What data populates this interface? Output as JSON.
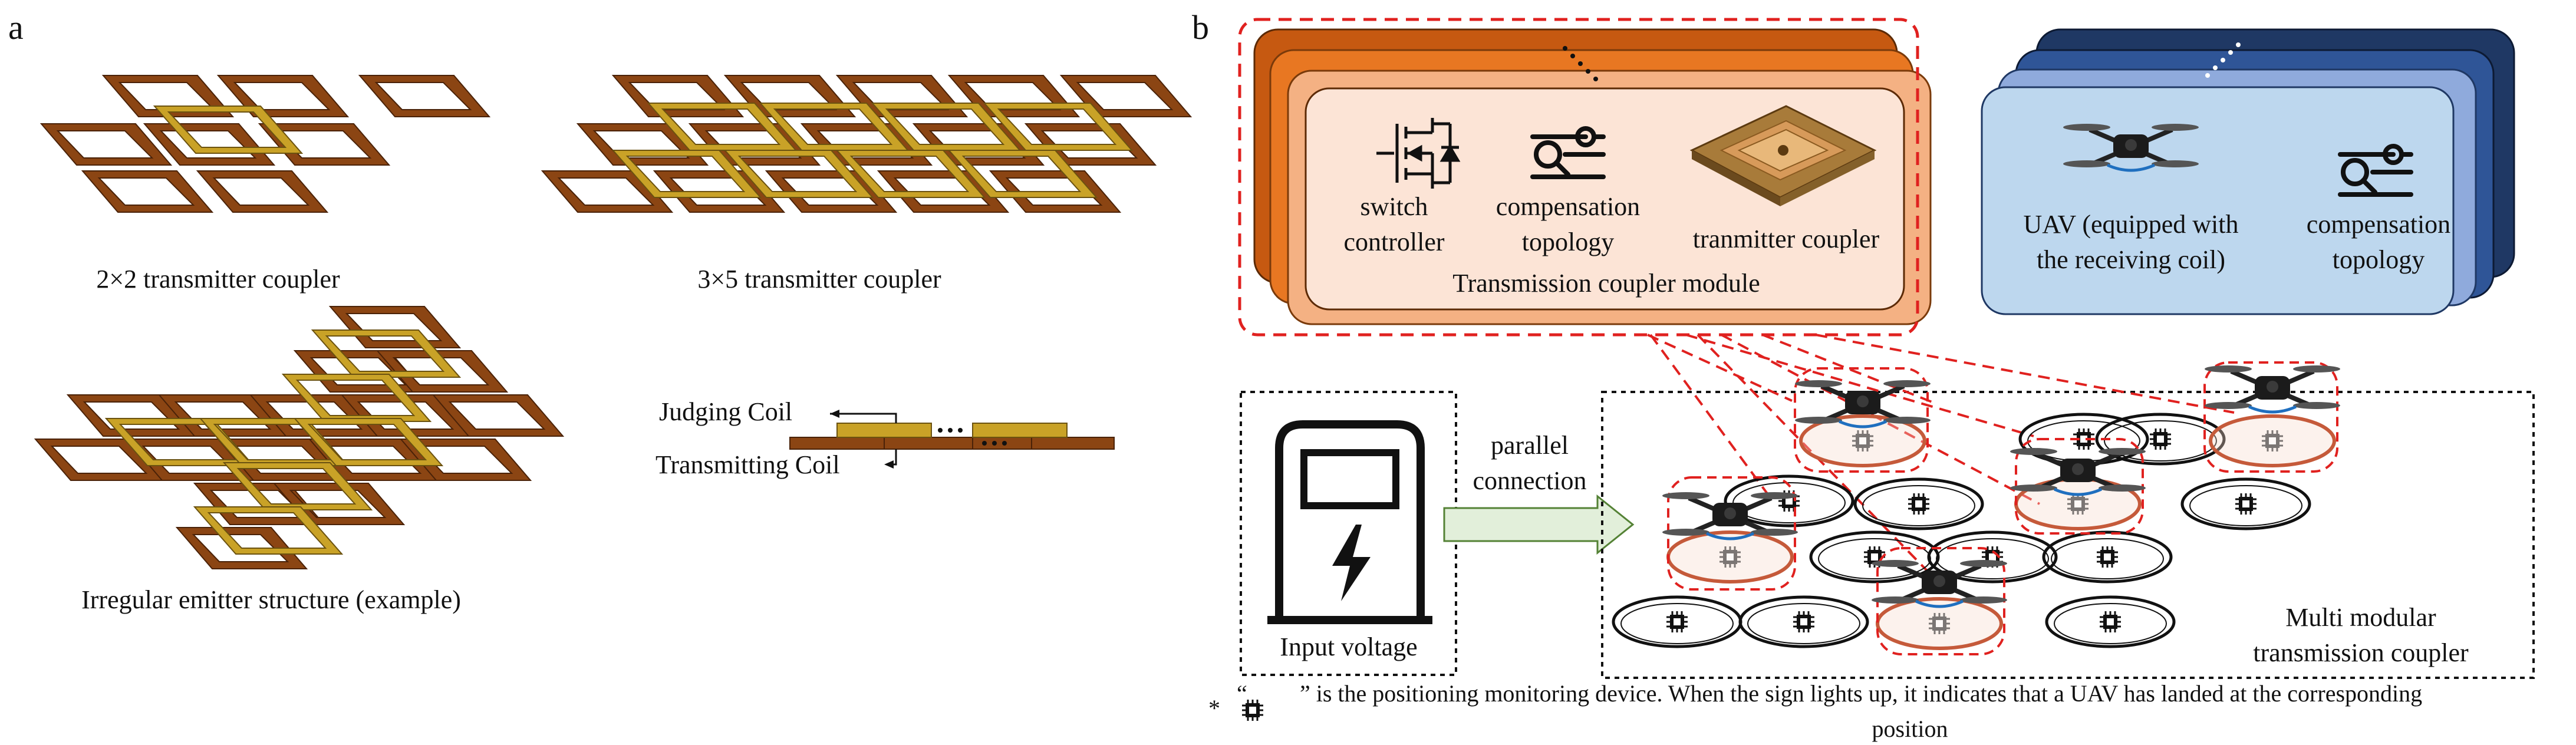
{
  "panel_a": {
    "label": "a",
    "caption_2x2": "2×2 transmitter coupler",
    "caption_3x5": "3×5 transmitter coupler",
    "caption_irregular": "Irregular emitter structure (example)",
    "judging_coil": "Judging Coil",
    "transmitting_coil": "Transmitting Coil"
  },
  "panel_b": {
    "label": "b",
    "module": {
      "switch_line1": "switch",
      "switch_line2": "controller",
      "comp_line1": "compensation",
      "comp_line2": "topology",
      "coupler": "tranmitter coupler",
      "title": "Transmission coupler module"
    },
    "uav_card": {
      "uav_line1": "UAV (equipped with",
      "uav_line2": "the receiving coil)",
      "comp_line1": "compensation",
      "comp_line2": "topology"
    },
    "input_voltage": "Input voltage",
    "parallel_line1": "parallel",
    "parallel_line2": "connection",
    "multi_line1": "Multi modular",
    "multi_line2": "transmission coupler",
    "footnote_star": "*",
    "footnote_line1": "” is the positioning monitoring device. When the sign lights up, it indicates that a UAV has landed at the corresponding",
    "footnote_line2": "position",
    "footnote_quote": "“"
  },
  "colors": {
    "coil_brown": "#8B4513",
    "coil_gold": "#C9A227",
    "module_orange": "#E87722",
    "module_fill": "#FCE4D6",
    "uav_blue": "#BDD7EE",
    "uav_navy": "#1F3864",
    "dash_red": "#E0211F",
    "arrow_green": "#E2EFDA"
  }
}
